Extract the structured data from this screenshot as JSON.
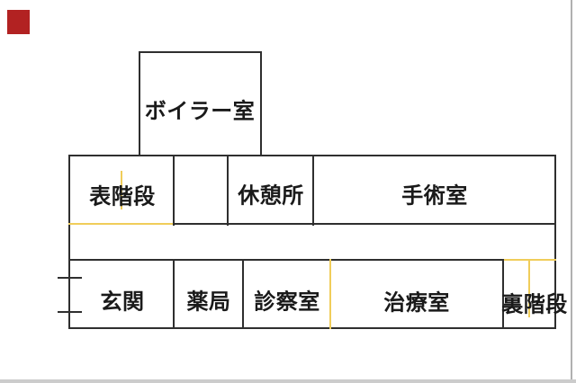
{
  "rooms": {
    "boiler": "ボイラー室",
    "front_stairs": "表階段",
    "rest_area": "休憩所",
    "operating_room": "手術室",
    "entrance": "玄関",
    "pharmacy": "薬局",
    "exam_room": "診察室",
    "treatment_room": "治療室",
    "back_stairs": "裏階段"
  },
  "colors": {
    "wall": "#2f2f2f",
    "gold": "#f0cd5a",
    "marker": "#b22222",
    "edge": "#b0b0b0",
    "bottom": "#cccccc",
    "text": "#1a1a1a",
    "bg": "#ffffff"
  }
}
